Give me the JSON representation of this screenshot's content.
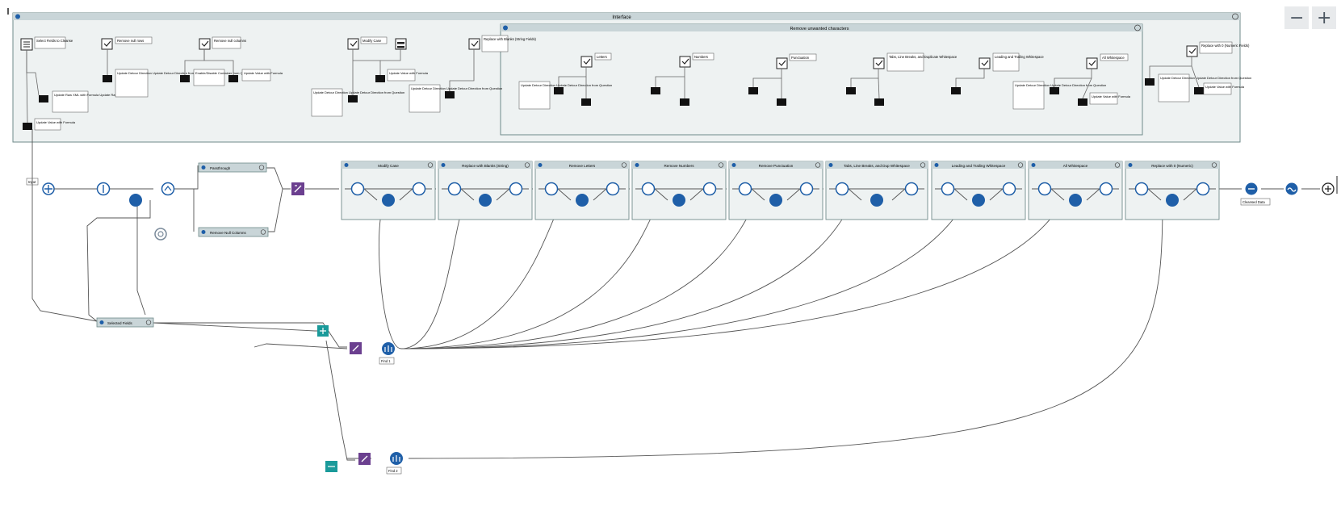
{
  "zoom": {
    "minus": "−",
    "plus": "+"
  },
  "interface": {
    "title": "Interface",
    "inner_title": "Remove unwanted characters",
    "select_fields_label": "Select Fields to Cleanse",
    "remove_null_rows_label": "Remove null rows",
    "remove_null_columns_label": "Remove null columns",
    "modify_case_label": "Modify Case",
    "replace_nulls_label": "Replace with Blanks (String Fields)",
    "letters_label": "Letters",
    "numbers_label": "Numbers",
    "punctuation_label": "Punctuation",
    "tabs_label": "Tabs, Line Breaks, and Duplicate Whitespace",
    "leading_label": "Leading and Trailing Whitespace",
    "all_whitespace_label": "All Whitespace",
    "replace_zero_label": "Replace with 0 (Numeric Fields)",
    "update_raw_xml": "Update Raw XML with Formula Update Raw XML with Formula",
    "update_value": "Update Value with Formula",
    "update_detour": "Update Detour Direction Update Detour Direction from Question",
    "enable_disable": "Enable/Disable Container from Question"
  },
  "workflow": {
    "input_label": "Input",
    "passthrough_label": "Passthrough",
    "remove_null_columns_label": "Remove Null Columns",
    "selected_fields_label": "Selected Fields",
    "cleansed_label": "Cleansed Data",
    "find1_label": "Find 1",
    "find2_label": "Find 2",
    "containers": [
      "Modify Case",
      "Replace with Blanks (String)",
      "Remove Letters",
      "Remove Numbers",
      "Remove Punctuation",
      "Tabs, Line Breaks, and Dup Whitespace",
      "Leading and Trailing Whitespace",
      "All Whitespace",
      "Replace with 0 (Numeric)"
    ]
  },
  "colors": {
    "container_bg": "#eef2f2",
    "container_border": "#6f8a8a",
    "header_bg": "#c9d5d8",
    "tool_blue": "#1f5fa8",
    "tool_purple": "#6b3f8f",
    "tool_teal": "#1a9a9a",
    "connector": "#555555"
  }
}
